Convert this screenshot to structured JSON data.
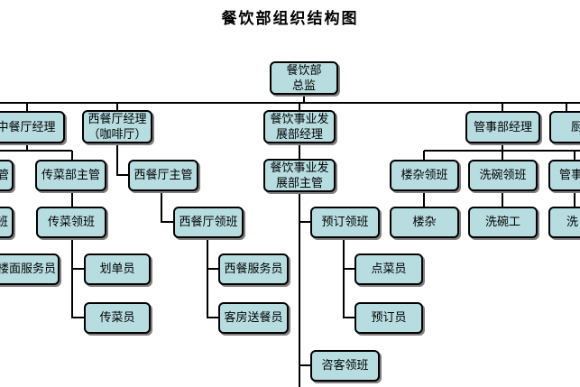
{
  "title": "餐饮部组织结构图",
  "nodes": {
    "director": "餐饮部\n总监",
    "chinese_manager": "中餐厅经理",
    "western_manager": "西餐厅经理\n（咖啡厅）",
    "dev_manager": "餐饮事业发\n展部经理",
    "steward_manager": "管事部经理",
    "kitchen_partial": "厨",
    "floor_sup_partial": "管",
    "runner_sup": "传菜部主管",
    "western_sup": "西餐厅主管",
    "dev_sup": "餐饮事业发\n展部主管",
    "misc_leader": "楼杂领班",
    "dish_leader": "洗碗领班",
    "steward_sup_partial": "管事",
    "floor_leader_partial": "班",
    "runner_leader": "传菜领班",
    "western_leader": "西餐厅领班",
    "booking_leader": "预订领班",
    "misc_staff": "楼杂",
    "dish_staff": "洗碗工",
    "dish_staff_partial": "洗",
    "floor_staff_partial": "楼面服务员",
    "marker": "划单员",
    "runner": "传菜员",
    "western_waiter": "西餐服务员",
    "room_service": "客房送餐员",
    "order_taker": "点菜员",
    "booking_clerk": "预订员",
    "host_leader": "咨客领班"
  }
}
